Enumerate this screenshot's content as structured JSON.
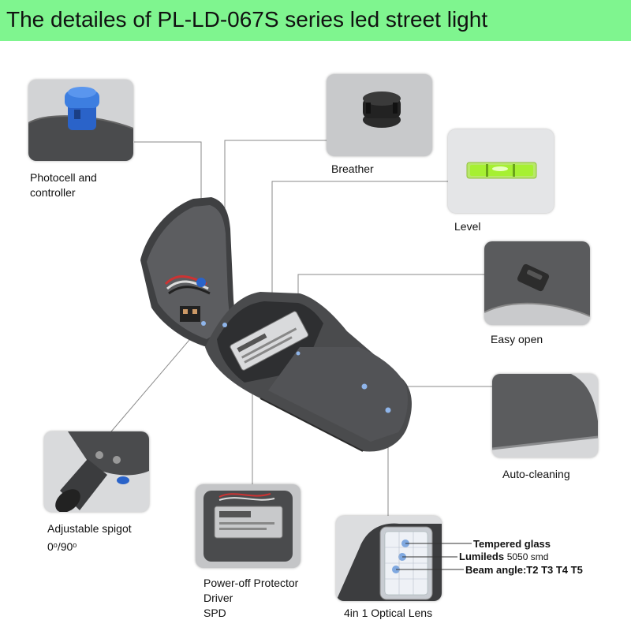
{
  "banner": {
    "title": "The detailes of PL-LD-067S series led street light",
    "color": "#7ff58f"
  },
  "callouts": {
    "photocell": {
      "line1": "Photocell and",
      "line2": "controller"
    },
    "breather": {
      "label": "Breather"
    },
    "level": {
      "label": "Level"
    },
    "easy_open": {
      "label": "Easy open"
    },
    "auto_cleaning": {
      "label": "Auto-cleaning"
    },
    "spigot": {
      "line1": "Adjustable spigot",
      "angle_a": "0",
      "deg_a": "o",
      "sep": "/90",
      "deg_b": "o"
    },
    "driver": {
      "line1": "Power-off Protector",
      "line2": "Driver",
      "line3": "SPD"
    },
    "optical_lens": {
      "label": "4in 1 Optical Lens"
    }
  },
  "lens_details": {
    "glass": "Tempered glass",
    "leds_prefix": "Lumileds",
    "leds_model": "5050 smd",
    "beam": "Beam angle:T2 T3 T4 T5"
  },
  "colors": {
    "housing": "#4a4b4d",
    "photocell": "#2a63c9",
    "level_liquid": "#a6f032",
    "connector_line": "#8a8a8a"
  }
}
